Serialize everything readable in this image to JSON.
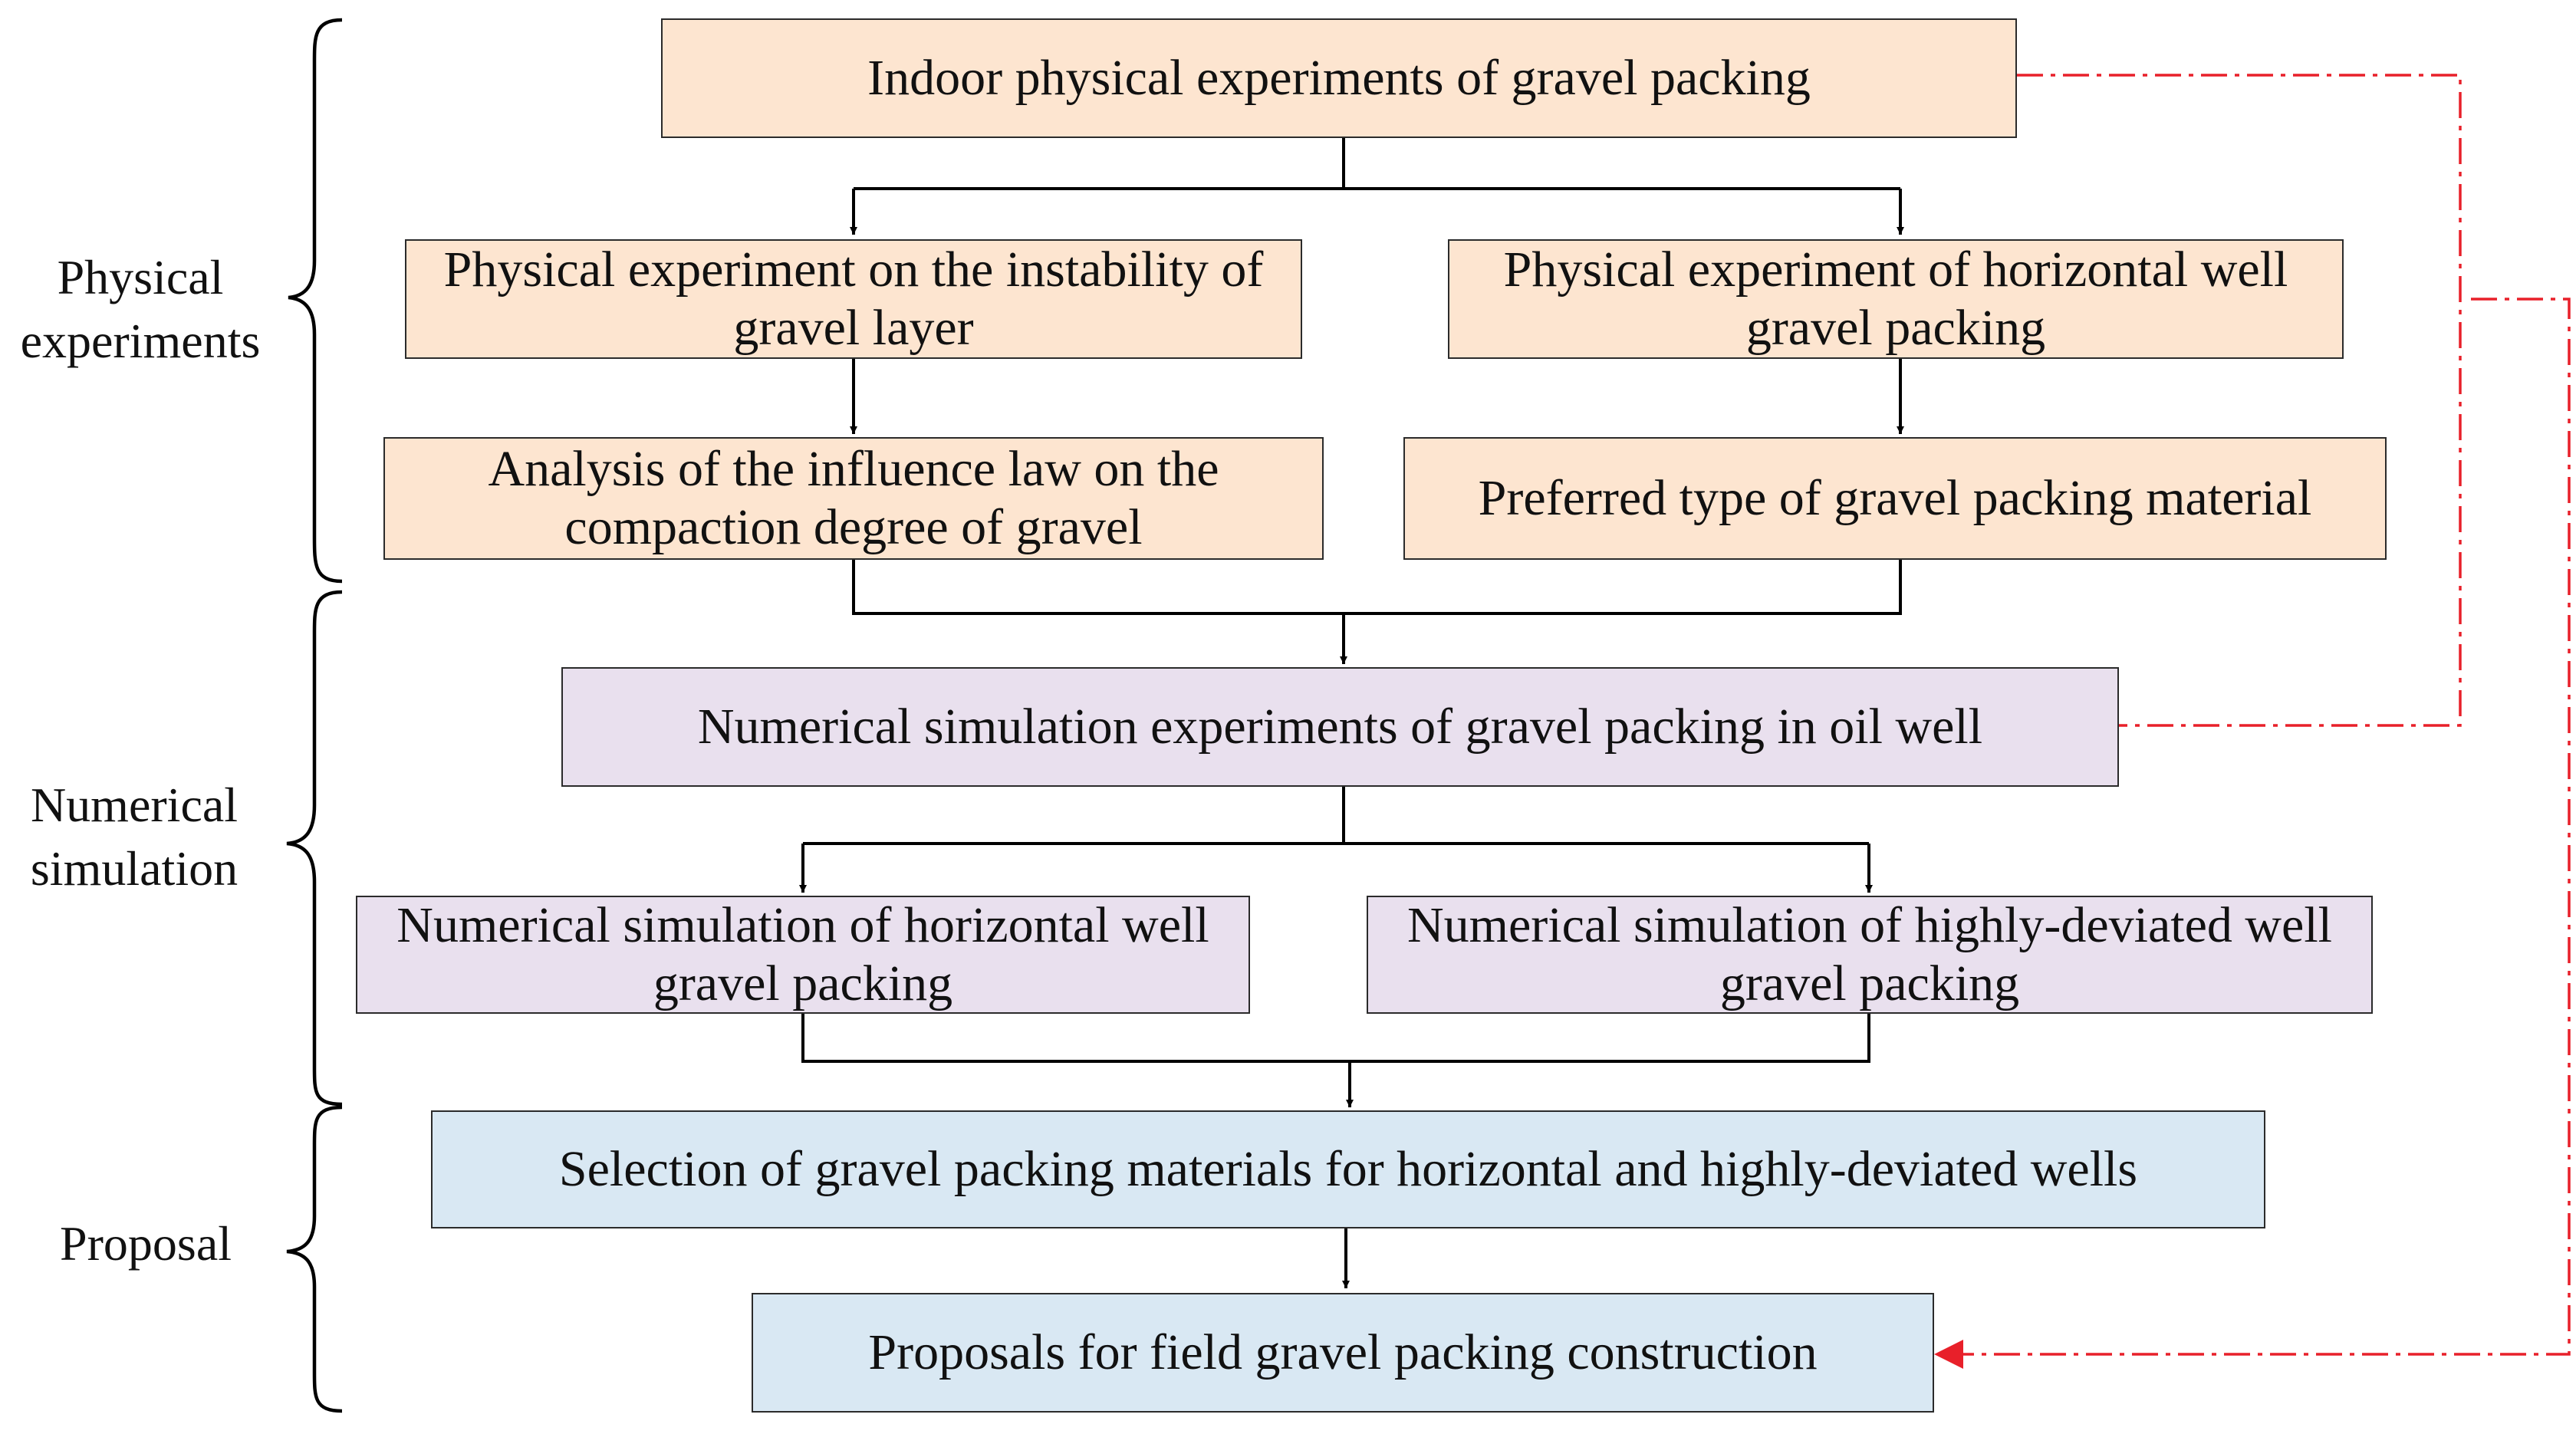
{
  "diagram": {
    "sections": {
      "physical": "Physical experiments",
      "numerical": "Numerical simulation",
      "proposal": "Proposal"
    },
    "nodes": {
      "indoor": "Indoor physical experiments of gravel packing",
      "instability": "Physical experiment on the instability of gravel layer",
      "horizontal_exp": "Physical experiment of horizontal well gravel packing",
      "compaction": "Analysis of the influence law on the compaction degree of gravel",
      "preferred": "Preferred type of gravel packing material",
      "numerical_main": "Numerical simulation experiments of gravel packing in oil well",
      "num_horizontal": "Numerical simulation of horizontal well gravel packing",
      "num_deviated": "Numerical simulation of highly-deviated well gravel packing",
      "selection": "Selection of gravel packing materials for horizontal and highly-deviated wells",
      "proposals": "Proposals for field gravel packing construction"
    },
    "colors": {
      "physical_fill": "#fde5d0",
      "numerical_fill": "#e9e0ee",
      "proposal_fill": "#d9e8f3",
      "border": "#2b2b2b",
      "connector": "#000000",
      "feedback": "#e8202a"
    }
  }
}
